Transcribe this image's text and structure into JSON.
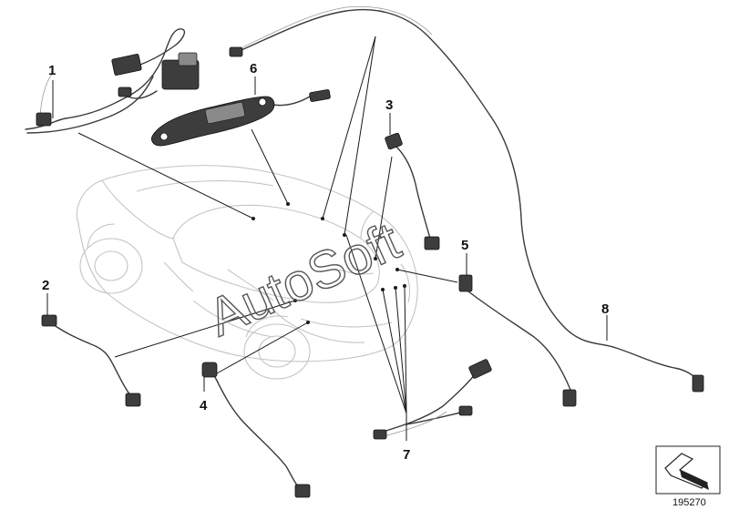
{
  "callouts": [
    {
      "id": "1",
      "label": "1"
    },
    {
      "id": "2",
      "label": "2"
    },
    {
      "id": "3",
      "label": "3"
    },
    {
      "id": "4",
      "label": "4"
    },
    {
      "id": "5",
      "label": "5"
    },
    {
      "id": "6",
      "label": "6"
    },
    {
      "id": "7",
      "label": "7"
    },
    {
      "id": "8",
      "label": "8"
    }
  ],
  "watermark": "AutoSoft",
  "document_number": "195270"
}
